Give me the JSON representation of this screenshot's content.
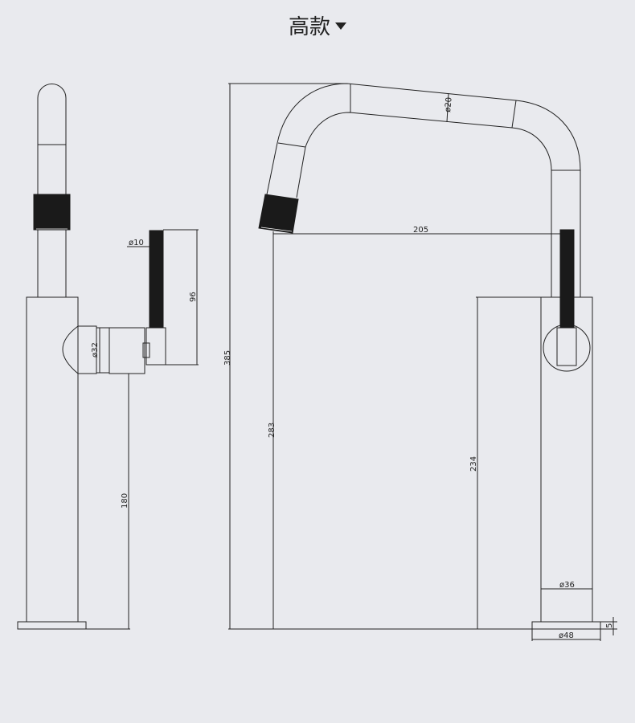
{
  "title": "高款",
  "dimensions": {
    "d10": "ø10",
    "d96": "96",
    "d32": "ø32",
    "d180": "180",
    "d385": "385",
    "d283": "283",
    "d20": "ø20",
    "d205": "205",
    "d234": "234",
    "d36": "ø36",
    "d48": "ø48",
    "d5": "5"
  }
}
